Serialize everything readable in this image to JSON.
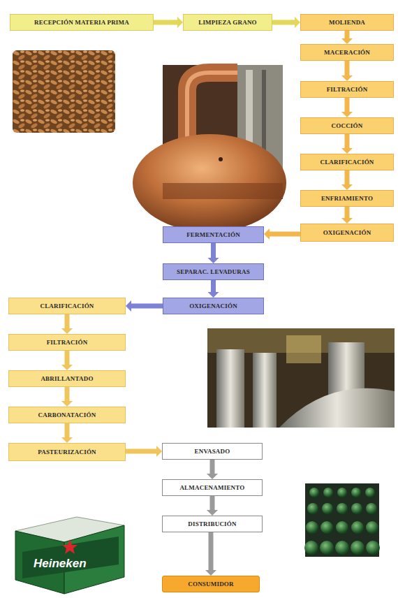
{
  "diagram": {
    "nodes": [
      {
        "text": [
          "RECEPCIÓN MATERIA PRIMA"
        ]
      },
      {
        "text": [
          "LIMPIEZA GRANO"
        ]
      },
      {
        "text": [
          "MOLIENDA"
        ]
      },
      {
        "text": [
          "MACERACIÓN"
        ]
      },
      {
        "text": [
          "FILTRACIÓN"
        ]
      },
      {
        "text": [
          "COCCIÓN"
        ]
      },
      {
        "text": [
          "CLARIFICACIÓN"
        ]
      },
      {
        "text": [
          "ENFRIAMIENTO"
        ]
      },
      {
        "text": [
          "OXIGENACIÓN"
        ]
      },
      {
        "text": [
          "FERMENTACIÓN"
        ]
      },
      {
        "text": [
          "SEPARAC. LEVADURAS"
        ]
      },
      {
        "text": [
          "OXIGENACIÓN"
        ]
      },
      {
        "text": [
          "CLARIFICACIÓN"
        ]
      },
      {
        "text": [
          "FILTRACIÓN"
        ]
      },
      {
        "text": [
          "ABRILLANTADO"
        ]
      },
      {
        "text": [
          "CARBONATACIÓN"
        ]
      },
      {
        "text": [
          "PASTEURIZACIÓN"
        ]
      },
      {
        "text": [
          "ENVASADO"
        ]
      },
      {
        "text": [
          "ALMACENAMIENTO"
        ]
      },
      {
        "text": [
          "DISTRIBUCIÓN"
        ]
      },
      {
        "text": [
          "CONSUMIDOR"
        ]
      }
    ],
    "edges": [
      {
        "from": 0,
        "to": 1,
        "arrow": "to"
      },
      {
        "from": 1,
        "to": 2,
        "arrow": "to"
      },
      {
        "from": 2,
        "to": 3,
        "arrow": "to"
      },
      {
        "from": 3,
        "to": 4,
        "arrow": "to"
      },
      {
        "from": 4,
        "to": 5,
        "arrow": "to"
      },
      {
        "from": 5,
        "to": 6,
        "arrow": "to"
      },
      {
        "from": 6,
        "to": 7,
        "arrow": "to"
      },
      {
        "from": 7,
        "to": 8,
        "arrow": "to"
      },
      {
        "from": 8,
        "to": 9,
        "arrow": "to"
      },
      {
        "from": 9,
        "to": 10,
        "arrow": "to"
      },
      {
        "from": 10,
        "to": 11,
        "arrow": "to"
      },
      {
        "from": 11,
        "to": 12,
        "arrow": "to"
      },
      {
        "from": 12,
        "to": 13,
        "arrow": "to"
      },
      {
        "from": 13,
        "to": 14,
        "arrow": "to"
      },
      {
        "from": 14,
        "to": 15,
        "arrow": "to"
      },
      {
        "from": 15,
        "to": 16,
        "arrow": "to"
      },
      {
        "from": 16,
        "to": 17,
        "arrow": "to"
      },
      {
        "from": 17,
        "to": 18,
        "arrow": "to"
      },
      {
        "from": 18,
        "to": 19,
        "arrow": "to"
      },
      {
        "from": 19,
        "to": 20,
        "arrow": "to"
      }
    ],
    "labels": [
      "Heineken"
    ]
  }
}
